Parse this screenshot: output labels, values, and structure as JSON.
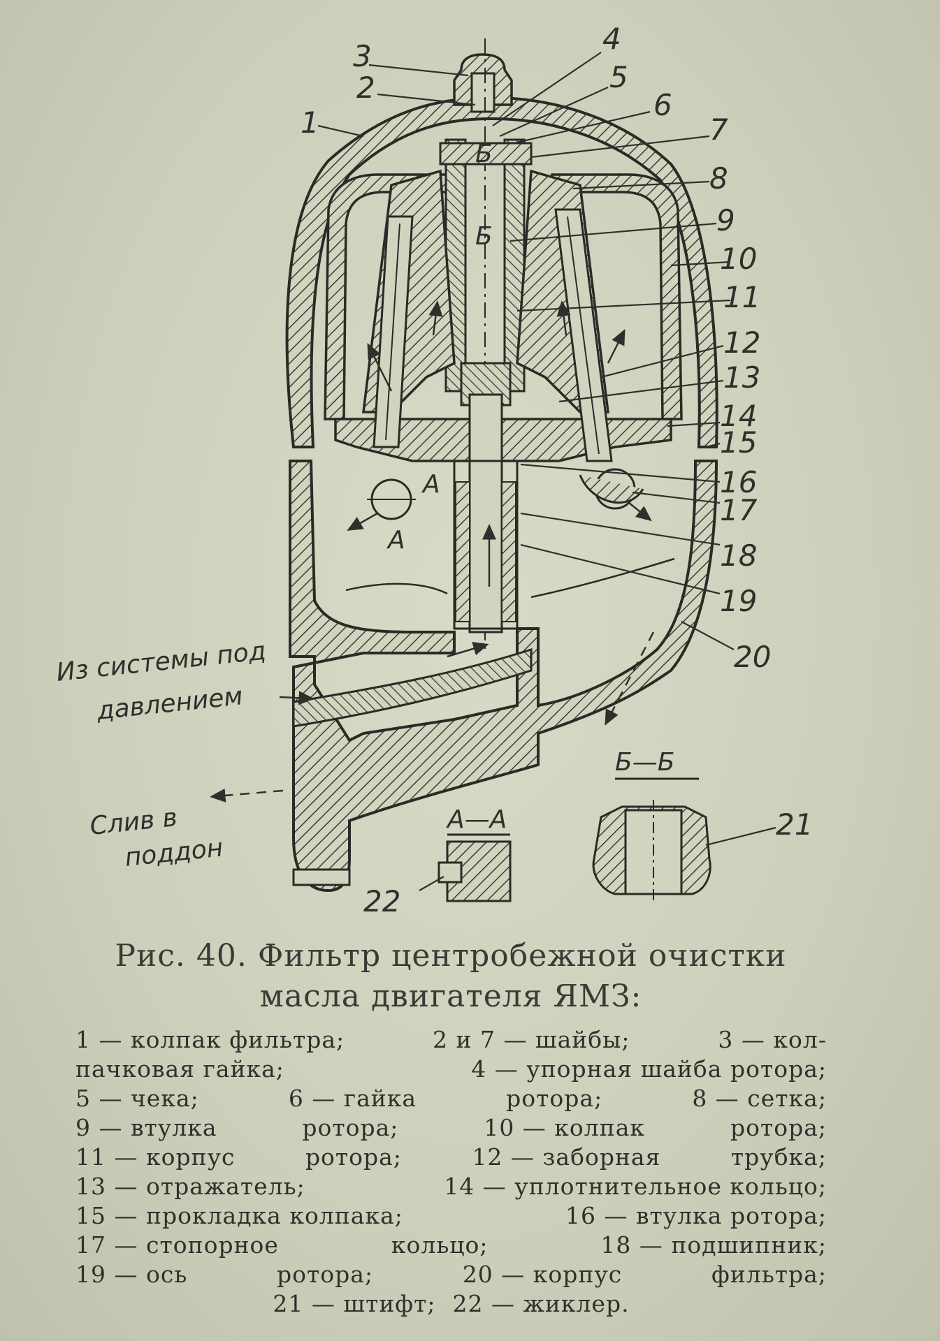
{
  "labels": [
    "1",
    "2",
    "3",
    "4",
    "5",
    "6",
    "7",
    "8",
    "9",
    "10",
    "11",
    "12",
    "13",
    "14",
    "15",
    "16",
    "17",
    "18",
    "19",
    "20",
    "21",
    "22"
  ],
  "section_a": "А",
  "section_b": "Б",
  "section_aa": "А—А",
  "section_bb": "Б—Б",
  "inlet": {
    "line1": "Из системы под",
    "line2": "давлением"
  },
  "drain": {
    "line1": "Слив в",
    "line2": "поддон"
  },
  "caption": {
    "line1": "Рис. 40. Фильтр центробежной очистки",
    "line2": "масла двигателя ЯМЗ:"
  },
  "legend_lines": [
    [
      "1 — колпак фильтра;",
      "2 и 7 — шайбы;",
      "3 — кол-"
    ],
    [
      "пачковая гайка;",
      "4 — упорная шайба ротора;"
    ],
    [
      "5 — чека;",
      "6 — гайка",
      "ротора;",
      "8 — сетка;"
    ],
    [
      "9 — втулка",
      "ротора;",
      "10 — колпак",
      "ротора;"
    ],
    [
      "11 — корпус",
      "ротора;",
      "12 — заборная",
      "трубка;"
    ],
    [
      "13 — отражатель;",
      "14 — уплотнительное кольцо;"
    ],
    [
      "15 — прокладка колпака;",
      "16 — втулка ротора;"
    ],
    [
      "17 — стопорное",
      "кольцо;",
      "18 — подшипник;"
    ],
    [
      "19 — ось",
      "ротора;",
      "20 — корпус",
      "фильтра;"
    ],
    [
      "21 — штифт;",
      "22 — жиклер."
    ]
  ]
}
